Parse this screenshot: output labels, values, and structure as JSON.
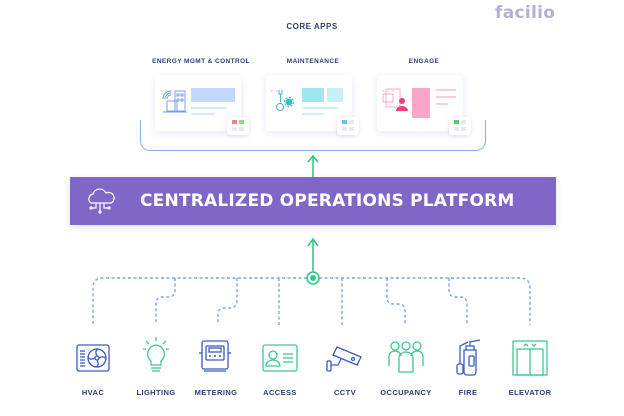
{
  "brand": {
    "logo_text": "facilio"
  },
  "core_apps": {
    "title": "CORE APPS",
    "apps": [
      {
        "label": "ENERGY MGMT & CONTROL",
        "icon": "energy-building-icon",
        "accent": "#c3d6fb"
      },
      {
        "label": "MAINTENANCE",
        "icon": "wrench-gear-icon",
        "accent": "#9ee6f0"
      },
      {
        "label": "ENGAGE",
        "icon": "people-screen-icon",
        "accent": "#fca7c8"
      }
    ]
  },
  "platform": {
    "label": "CENTRALIZED OPERATIONS PLATFORM",
    "icon": "cloud-network-icon",
    "color": "#7f67c8"
  },
  "devices": [
    {
      "label": "HVAC",
      "icon": "hvac-fan-icon",
      "color": "#3b5cc4"
    },
    {
      "label": "LIGHTING",
      "icon": "lightbulb-icon",
      "color": "#3ec98f"
    },
    {
      "label": "METERING",
      "icon": "meter-icon",
      "color": "#3b5cc4"
    },
    {
      "label": "ACCESS",
      "icon": "id-card-icon",
      "color": "#3ec98f"
    },
    {
      "label": "CCTV",
      "icon": "cctv-camera-icon",
      "color": "#3b5cc4"
    },
    {
      "label": "OCCUPANCY",
      "icon": "people-group-icon",
      "color": "#3ec98f"
    },
    {
      "label": "FIRE",
      "icon": "fire-extinguisher-icon",
      "color": "#3b5cc4"
    },
    {
      "label": "ELEVATOR",
      "icon": "elevator-icon",
      "color": "#3ec98f"
    }
  ],
  "colors": {
    "connector": "#8ab0ec",
    "arrow": "#2fc98a",
    "text": "#2b3f7a"
  }
}
